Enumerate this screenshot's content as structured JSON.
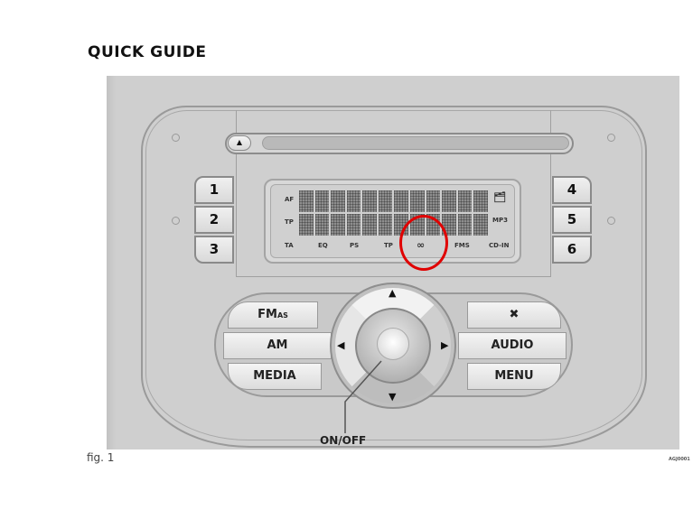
{
  "page": {
    "title": "QUICK GUIDE",
    "figure_caption": "fig. 1",
    "figure_code": "AGJ0001"
  },
  "radio": {
    "eject_icon": "eject-icon",
    "presets_left": [
      "1",
      "2",
      "3"
    ],
    "presets_right": [
      "4",
      "5",
      "6"
    ],
    "display": {
      "left_indicators": [
        "AF",
        "TP"
      ],
      "right_indicators": [
        "folder-icon",
        "MP3"
      ],
      "bottom_indicators": [
        "TA",
        "EQ",
        "PS",
        "TP",
        "loop-icon",
        "FMS",
        "CD-IN"
      ],
      "highlighted_indicator": "loop-icon",
      "highlight_color": "#e00000"
    },
    "left_buttons": {
      "fm_label": "FM",
      "fm_sub": "AS",
      "am_label": "AM",
      "media_label": "MEDIA"
    },
    "right_buttons": {
      "mute_icon": "mute-icon",
      "audio_label": "AUDIO",
      "menu_label": "MENU"
    },
    "dpad": {
      "up": "▲",
      "down": "▼",
      "left": "◀",
      "right": "▶"
    },
    "knob_callout": "ON/OFF"
  }
}
